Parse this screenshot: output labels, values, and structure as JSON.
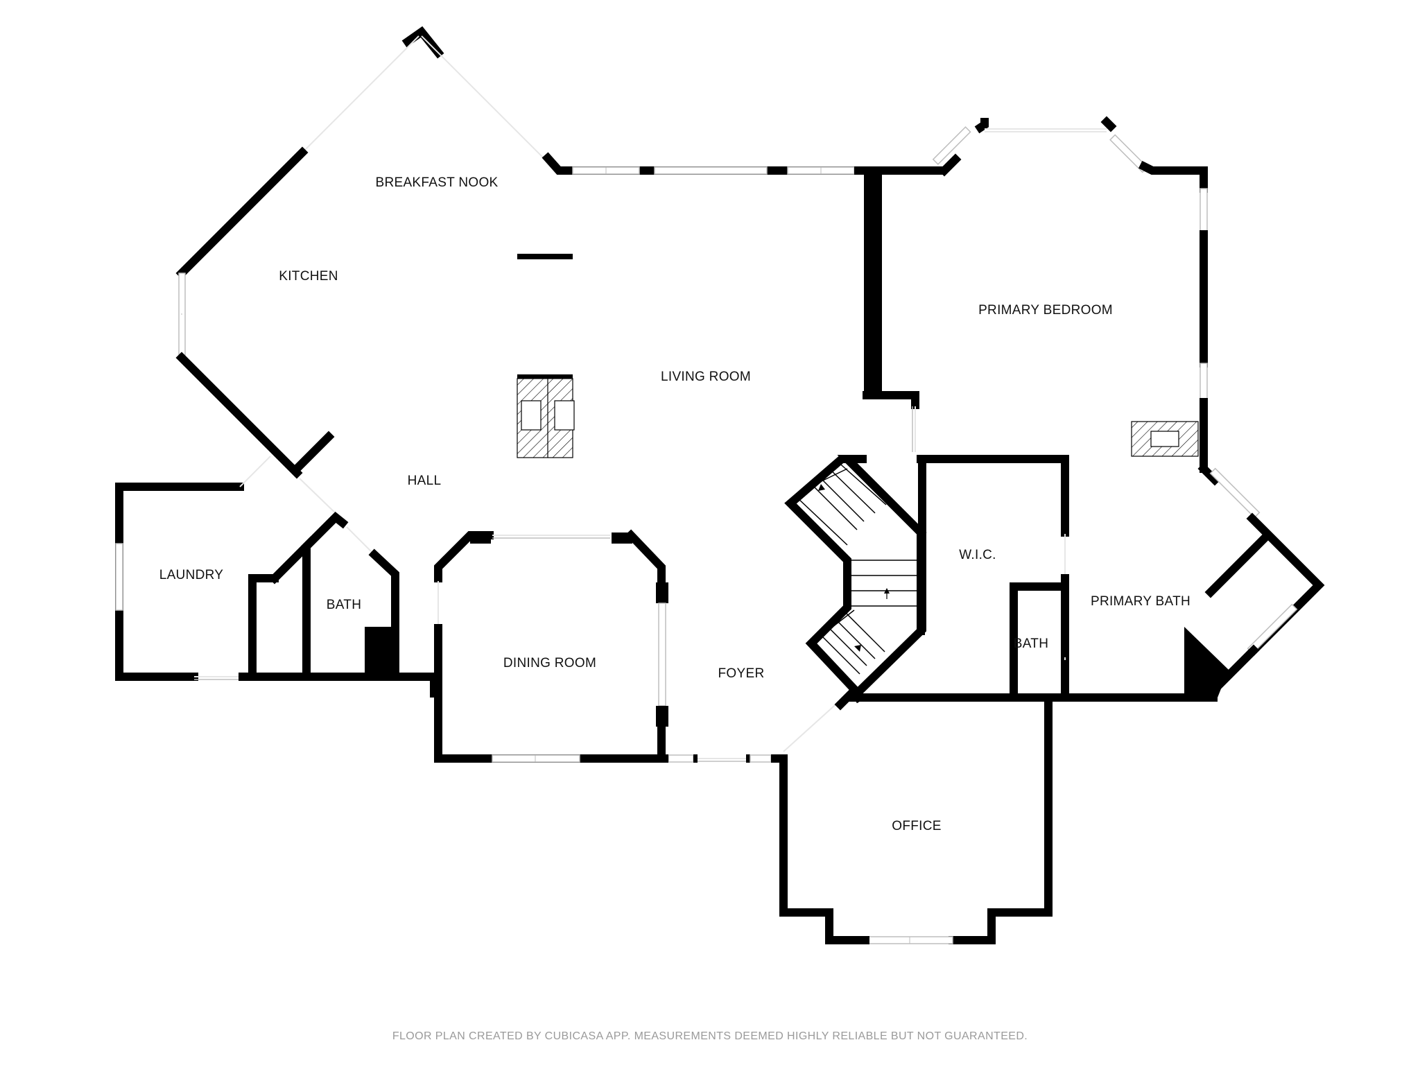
{
  "rooms": {
    "breakfast_nook": "BREAKFAST NOOK",
    "kitchen": "KITCHEN",
    "living_room": "LIVING ROOM",
    "primary_bedroom": "PRIMARY BEDROOM",
    "hall": "HALL",
    "laundry": "LAUNDRY",
    "bath_hall": "BATH",
    "wic": "W.I.C.",
    "primary_bath": "PRIMARY BATH",
    "bath_wic": "BATH",
    "dining_room": "DINING ROOM",
    "foyer": "FOYER",
    "office": "OFFICE"
  },
  "footer": {
    "disclaimer": "FLOOR PLAN CREATED BY CUBICASA APP. MEASUREMENTS DEEMED HIGHLY RELIABLE BUT NOT GUARANTEED."
  }
}
